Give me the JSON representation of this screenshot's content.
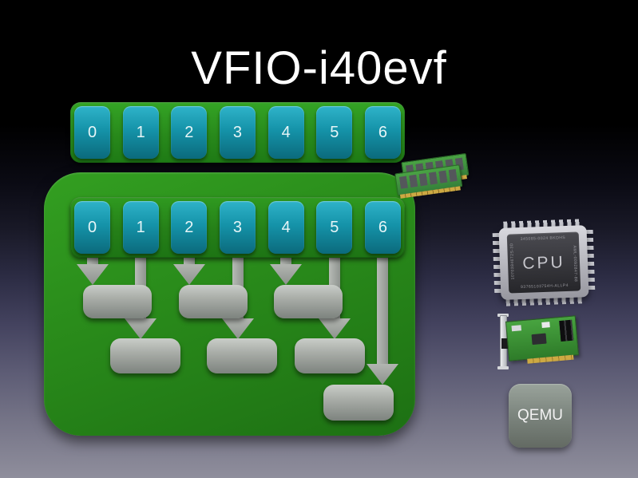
{
  "title": "VFIO-i40evf",
  "queues": {
    "outer": [
      "0",
      "1",
      "2",
      "3",
      "4",
      "5",
      "6"
    ],
    "inner": [
      "0",
      "1",
      "2",
      "3",
      "4",
      "5",
      "6"
    ]
  },
  "qemu": {
    "label": "QEMU"
  },
  "cpu": {
    "label": "CPU",
    "top_code": "345085-0024 BKDHS",
    "bottom_code": "93765103754H-ALLP4",
    "left_code": "1070384672S-3D",
    "right_code": "AML-0092847-88"
  },
  "icons": {
    "memory": "memory-modules-icon",
    "cpu": "cpu-chip-icon",
    "network": "network-card-icon"
  },
  "colors": {
    "background_top": "#000000",
    "background_bottom": "#8f8e9c",
    "container_green": "#2a8c1b",
    "queue_teal": "#16889d",
    "connector_gray": "#a3a8a3",
    "qemu_gray": "#848c85",
    "title_white": "#ffffff"
  }
}
